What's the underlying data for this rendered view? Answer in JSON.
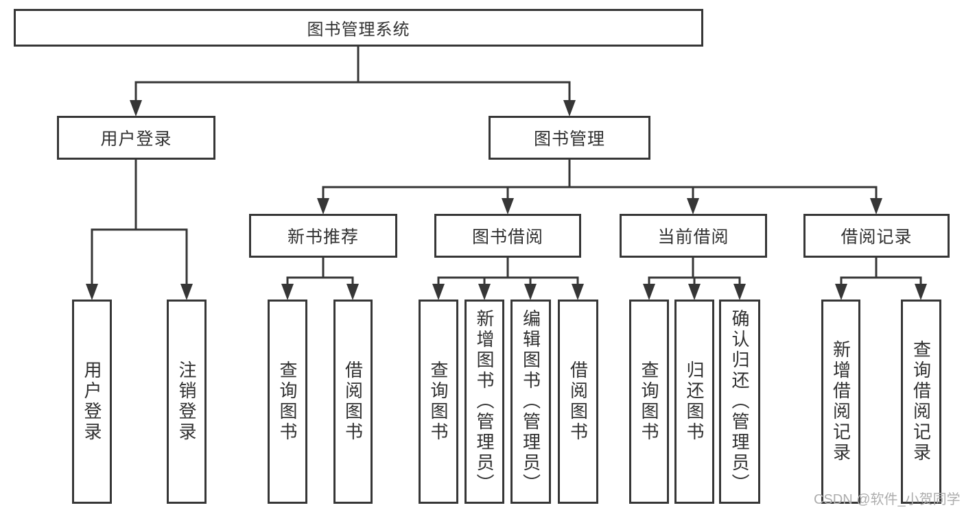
{
  "tree": {
    "root": {
      "label": "图书管理系统",
      "children": [
        {
          "label": "用户登录",
          "children": [
            {
              "label": "用户登录"
            },
            {
              "label": "注销登录"
            }
          ]
        },
        {
          "label": "图书管理",
          "children": [
            {
              "label": "新书推荐",
              "children": [
                {
                  "label": "查询图书"
                },
                {
                  "label": "借阅图书"
                }
              ]
            },
            {
              "label": "图书借阅",
              "children": [
                {
                  "label": "查询图书"
                },
                {
                  "label": "新增图书（管理员）"
                },
                {
                  "label": "编辑图书（管理员）"
                },
                {
                  "label": "借阅图书"
                }
              ]
            },
            {
              "label": "当前借阅",
              "children": [
                {
                  "label": "查询图书"
                },
                {
                  "label": "归还图书"
                },
                {
                  "label": "确认归还（管理员）"
                }
              ]
            },
            {
              "label": "借阅记录",
              "children": [
                {
                  "label": "新增借阅记录"
                },
                {
                  "label": "查询借阅记录"
                }
              ]
            }
          ]
        }
      ]
    }
  },
  "watermark": {
    "text": "CSDN @软件_小贺同学"
  },
  "colors": {
    "line": "#363636",
    "text": "#303030",
    "box_background": "#ffffff",
    "watermark": "#adadad"
  }
}
